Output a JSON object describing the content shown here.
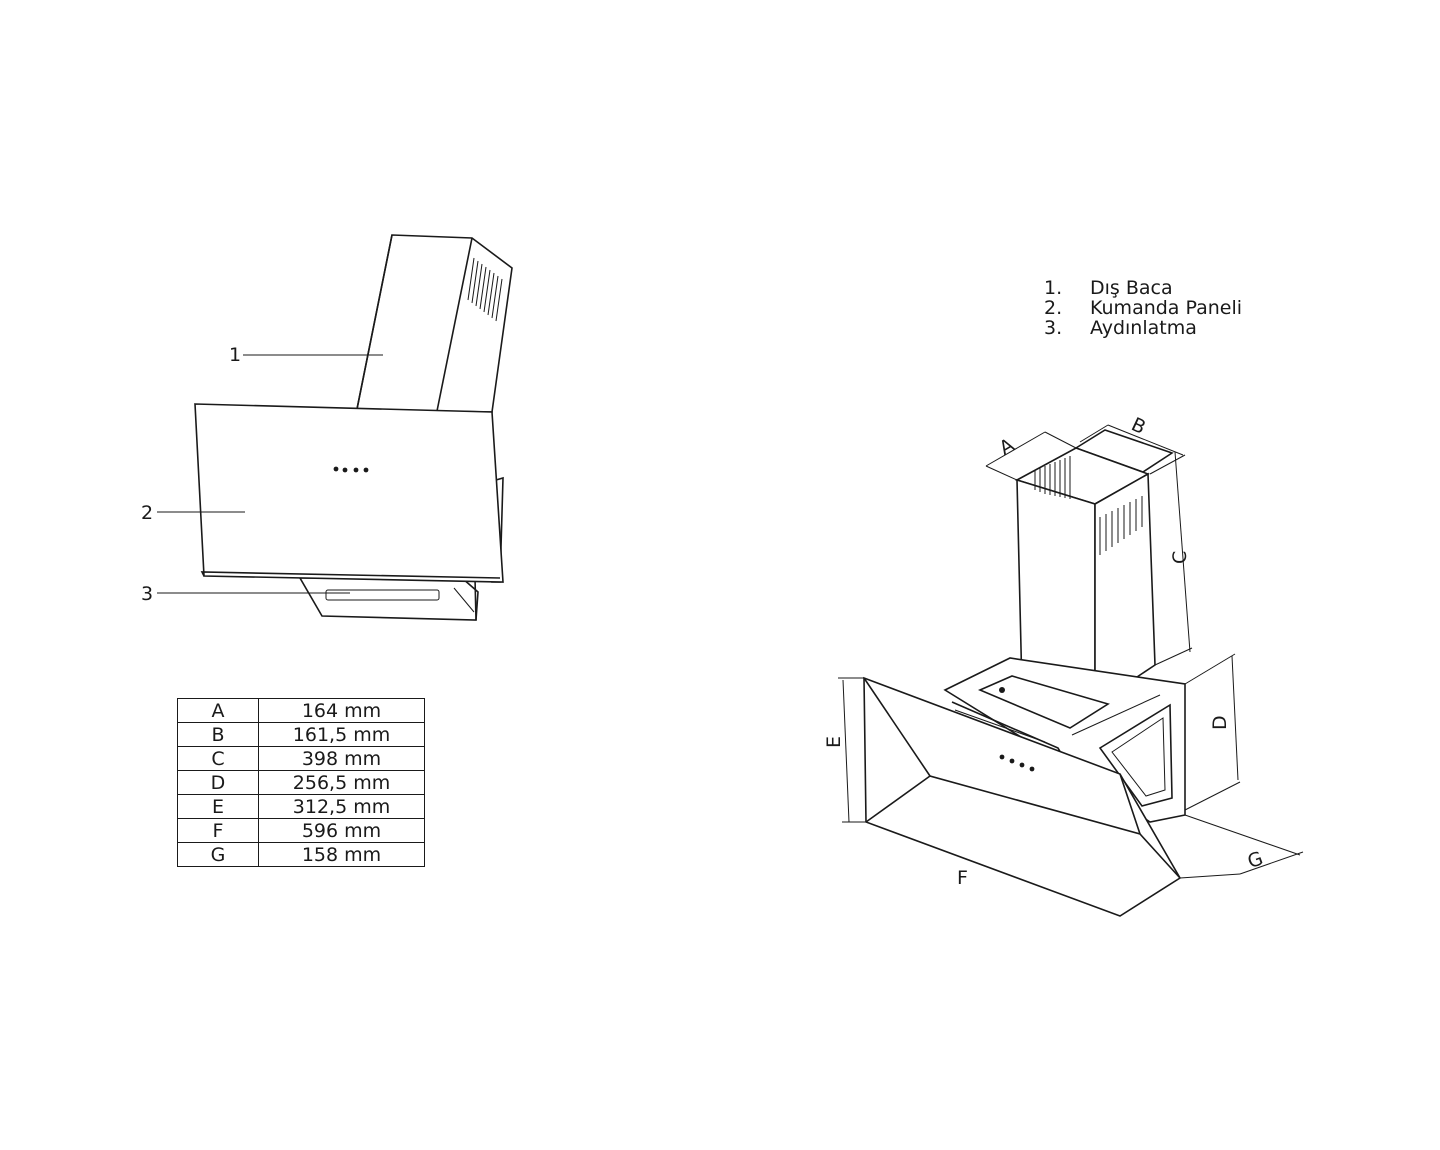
{
  "callouts": [
    "1",
    "2",
    "3"
  ],
  "legend": [
    {
      "num": "1.",
      "label": "Dış Baca"
    },
    {
      "num": "2.",
      "label": "Kumanda Paneli"
    },
    {
      "num": "3.",
      "label": "Aydınlatma"
    }
  ],
  "dimensions": [
    {
      "key": "A",
      "value": "164 mm"
    },
    {
      "key": "B",
      "value": "161,5 mm"
    },
    {
      "key": "C",
      "value": "398 mm"
    },
    {
      "key": "D",
      "value": "256,5 mm"
    },
    {
      "key": "E",
      "value": "312,5 mm"
    },
    {
      "key": "F",
      "value": "596 mm"
    },
    {
      "key": "G",
      "value": "158 mm"
    }
  ]
}
